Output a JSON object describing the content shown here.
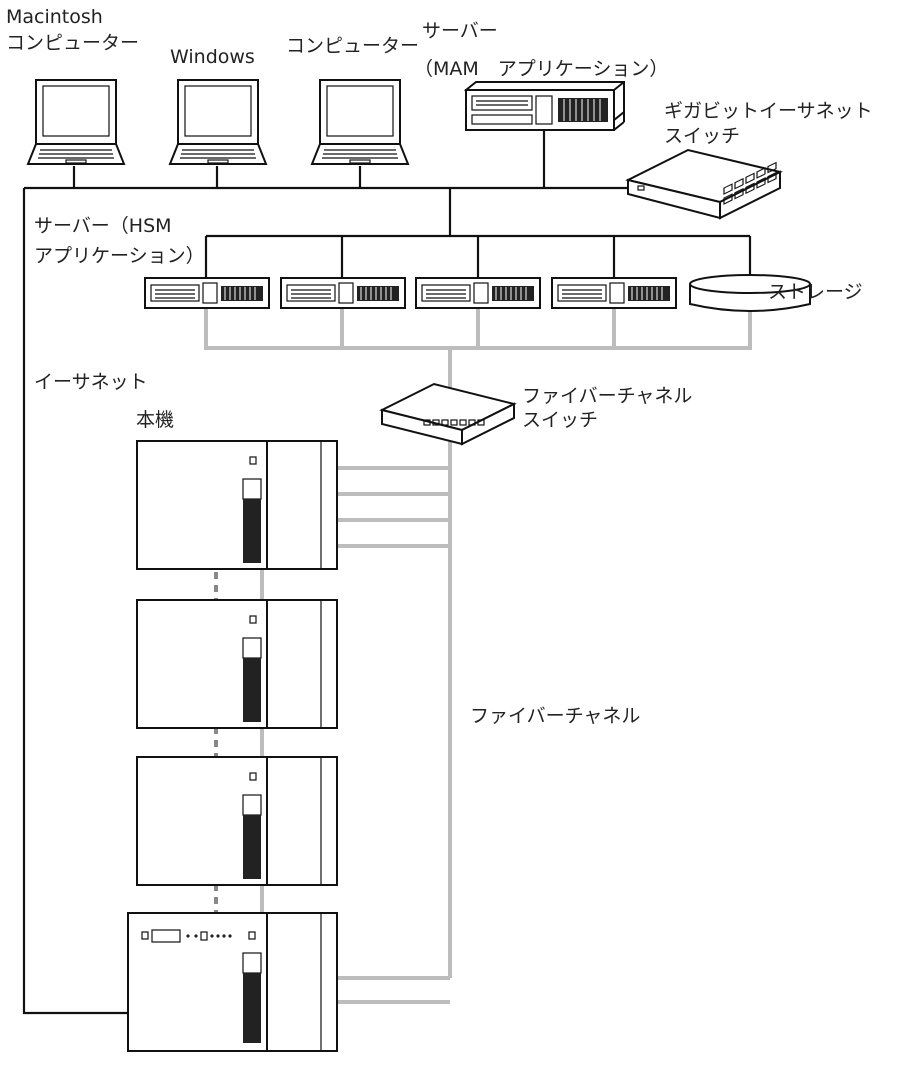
{
  "labels": {
    "mac_line1": "Macintosh",
    "mac_line2": "コンピューター",
    "windows": "Windows",
    "computer": "コンピューター",
    "mam_line1": "サーバー",
    "mam_line2": "（MAM　アプリケーション）",
    "gige_line1": "ギガビットイーサネット",
    "gige_line2": "スイッチ",
    "hsm_line1": "サーバー（HSM",
    "hsm_line2": "アプリケーション）",
    "storage": "ストレージ",
    "ethernet": "イーサネット",
    "fc_switch_line1": "ファイバーチャネル",
    "fc_switch_line2": "スイッチ",
    "main_unit": "本機",
    "fibre_channel": "ファイバーチャネル"
  },
  "colors": {
    "ethernet_line": "#111111",
    "fibre_line": "#bdbdbd",
    "text": "#222222"
  },
  "icons": [
    "laptop-icon",
    "rack-server-icon",
    "network-switch-icon",
    "storage-icon",
    "tape-library-icon"
  ]
}
